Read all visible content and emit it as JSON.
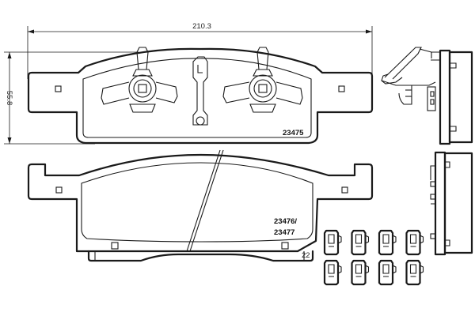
{
  "dimensions": {
    "width_label": "210.3",
    "height_label": "55.8"
  },
  "parts": {
    "top_pad_number": "23475",
    "bottom_pad_number_line1": "23476/",
    "bottom_pad_number_line2": "23477"
  },
  "bottom_pad_marking": "22",
  "clips": {
    "count": 8
  },
  "icons": [
    "brake-pad-outline",
    "spring-clip-icon",
    "wear-indicator-icon"
  ]
}
